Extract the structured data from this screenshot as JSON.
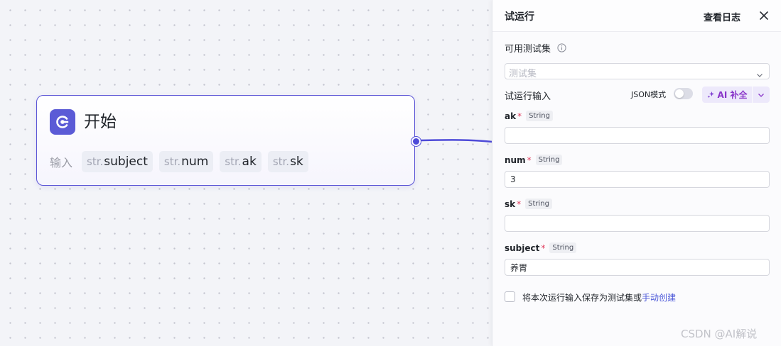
{
  "node": {
    "title": "开始",
    "inputs_label": "输入",
    "inputs": [
      {
        "type": "str.",
        "name": "subject"
      },
      {
        "type": "str.",
        "name": "num"
      },
      {
        "type": "str.",
        "name": "ak"
      },
      {
        "type": "str.",
        "name": "sk"
      }
    ]
  },
  "panel": {
    "title": "试运行",
    "view_log": "查看日志",
    "test_set_label": "可用测试集",
    "test_set_placeholder": "测试集",
    "run_input_label": "试运行输入",
    "json_mode_label": "JSON模式",
    "ai_fill_label": "AI 补全",
    "fields": [
      {
        "name": "ak",
        "required": "*",
        "type": "String",
        "value": ""
      },
      {
        "name": "num",
        "required": "*",
        "type": "String",
        "value": "3"
      },
      {
        "name": "sk",
        "required": "*",
        "type": "String",
        "value": ""
      },
      {
        "name": "subject",
        "required": "*",
        "type": "String",
        "value": "养胃"
      }
    ],
    "save_text": "将本次运行输入保存为测试集或",
    "save_link": "手动创建"
  },
  "watermark": "CSDN @AI解说",
  "colors": {
    "node_border": "#5b55d6",
    "accent": "#4e4bd8",
    "ai_button_text": "#8a36c9",
    "required": "#e0385a",
    "link": "#4b57d8"
  }
}
